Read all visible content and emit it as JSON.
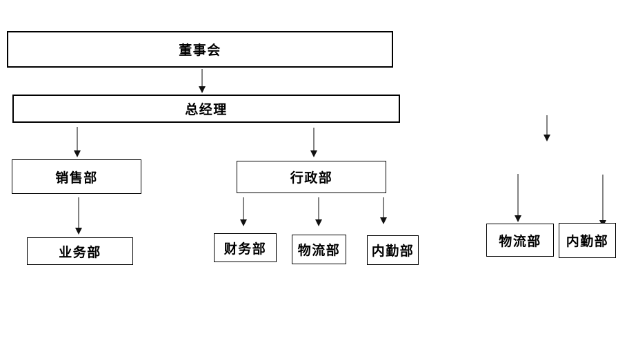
{
  "org_chart": {
    "nodes": {
      "board": {
        "label": "董事会"
      },
      "general_manager": {
        "label": "总经理"
      },
      "sales_dept": {
        "label": "销售部"
      },
      "business_dept": {
        "label": "业务部"
      },
      "admin_dept": {
        "label": "行政部"
      },
      "finance_dept": {
        "label": "财务部"
      },
      "logistics_dept": {
        "label": "物流部"
      },
      "internal_affairs_dept": {
        "label": "内勤部"
      },
      "logistics_dept_floating": {
        "label": "物流部"
      },
      "internal_affairs_dept_floating": {
        "label": "内勤部"
      }
    },
    "edges": [
      {
        "from": "board",
        "to": "general_manager"
      },
      {
        "from": "general_manager",
        "to": "sales_dept"
      },
      {
        "from": "general_manager",
        "to": "admin_dept"
      },
      {
        "from": "sales_dept",
        "to": "business_dept"
      },
      {
        "from": "admin_dept",
        "to": "finance_dept"
      },
      {
        "from": "admin_dept",
        "to": "logistics_dept"
      },
      {
        "from": "admin_dept",
        "to": "internal_affairs_dept"
      },
      {
        "from": "",
        "to": "logistics_dept_floating"
      },
      {
        "from": "",
        "to": "internal_affairs_dept_floating"
      },
      {
        "from": "",
        "to": ""
      }
    ],
    "colors": {
      "box_border": "#000000",
      "text": "#000000",
      "arrow_stem": "#4d4d4d",
      "arrow_head": "#111111",
      "background": "#ffffff"
    }
  }
}
